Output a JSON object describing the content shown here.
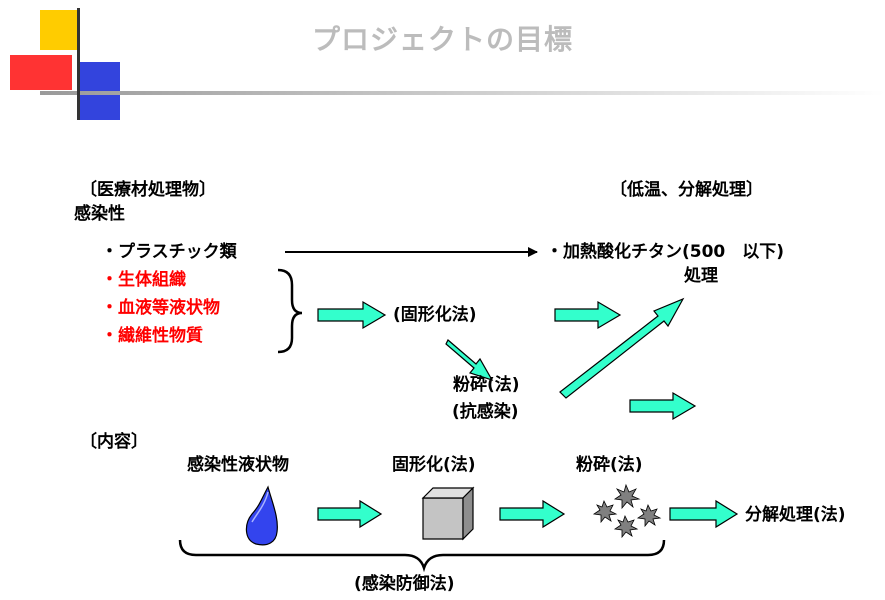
{
  "slide": {
    "title": "プロジェクトの目標"
  },
  "left_section": {
    "heading": "〔医療材処理物〕",
    "category": "感染性",
    "items": [
      {
        "label": "・プラスチック類",
        "color": "#000000"
      },
      {
        "label": "・生体組織",
        "color": "#ff0000"
      },
      {
        "label": "・血液等液状物",
        "color": "#ff0000"
      },
      {
        "label": "・繊維性物質",
        "color": "#ff0000"
      }
    ]
  },
  "right_section": {
    "heading": "〔低温、分解処理〕",
    "process_line1": "・加熱酸化チタン(500　以下)",
    "process_line2": "処理"
  },
  "middle": {
    "solidify": "(固形化法)",
    "crush_line1": "粉砕(法)",
    "crush_line2": "(抗感染)"
  },
  "content_section": {
    "heading": "〔内容〕",
    "steps": [
      "感染性液状物",
      "固形化(法)",
      "粉砕(法)"
    ],
    "result": "分解処理(法)",
    "bracket_label": "(感染防御法)"
  },
  "colors": {
    "arrow_fill": "#33ffcc",
    "arrow_stroke": "#000000",
    "title": "#bcbcbc",
    "highlight": "#ff0000",
    "droplet": "#3344ee",
    "cube": "#c8c8c8",
    "particles": "#808080"
  }
}
